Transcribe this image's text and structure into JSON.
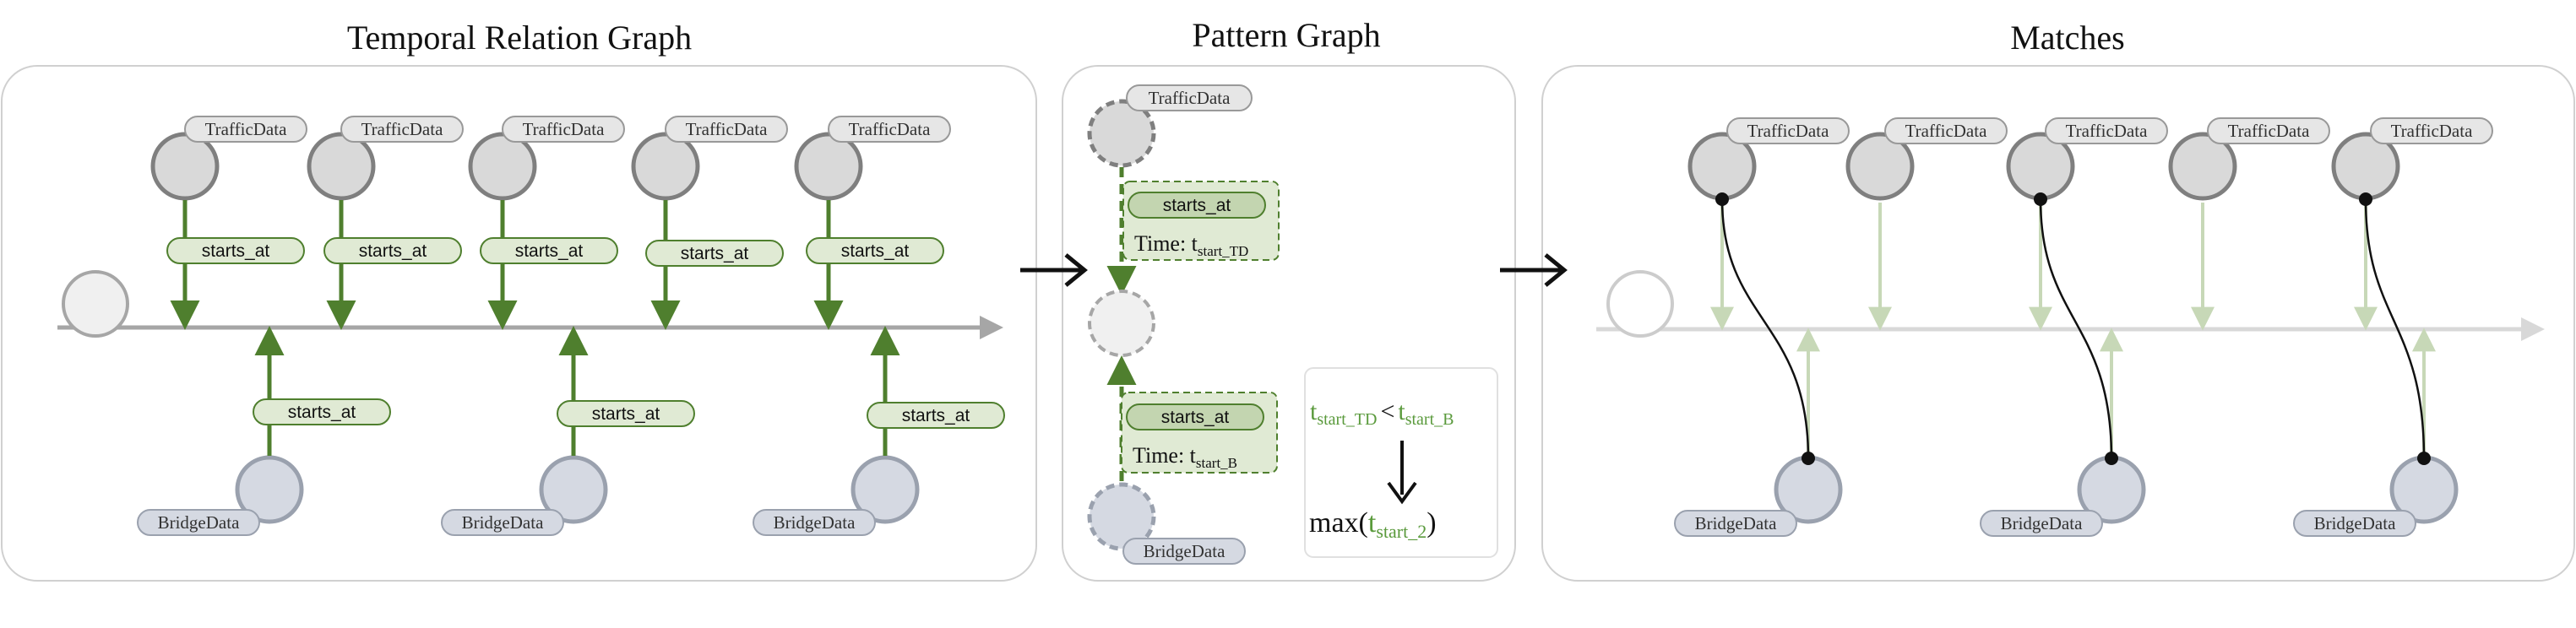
{
  "panels": {
    "left_title": "Temporal Relation Graph",
    "middle_title": "Pattern Graph",
    "right_title": "Matches"
  },
  "labels": {
    "traffic": "TrafficData",
    "bridge": "BridgeData",
    "edge": "starts_at"
  },
  "pattern": {
    "time_prefix": "Time: t",
    "time_sub_1": "start_TD",
    "time_sub_2": "start_B",
    "cond_t1": "t",
    "cond_sub1": "start_TD",
    "cond_op": "<",
    "cond_t2": "t",
    "cond_sub2": "start_B",
    "max_open": "max(",
    "max_t": "t",
    "max_sub": "start_2",
    "max_close": ")"
  },
  "colors": {
    "green": "#4f7f2e",
    "green_fill": "#e0ead4",
    "node_gray": "#d9d9d9",
    "node_bridge": "#d5d9e2",
    "timeline": "#a6a6a6"
  }
}
